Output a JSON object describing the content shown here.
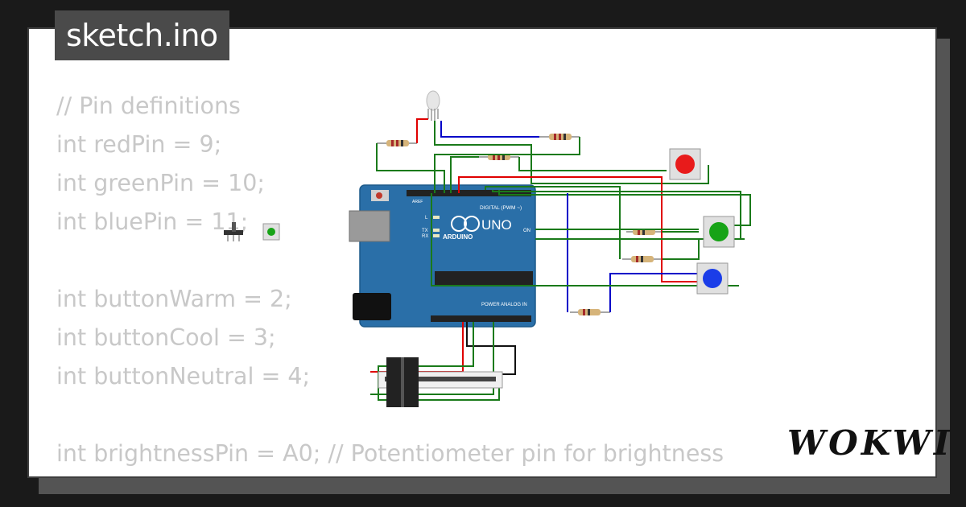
{
  "file_tab": {
    "title": "sketch.ino"
  },
  "code_lines": [
    "// Pin definitions",
    "int redPin = 9;",
    "int greenPin = 10;",
    "int bluePin = 11;",
    "",
    "int buttonWarm = 2;",
    "int buttonCool = 3;",
    "int buttonNeutral = 4;",
    "",
    "int brightnessPin = A0; // Potentiometer pin for brightness"
  ],
  "board": {
    "brand_label": "UNO",
    "maker_label": "ARDUINO",
    "digital_label": "DIGITAL (PWM ~)",
    "power_label": "POWER",
    "analog_label": "ANALOG IN",
    "on_label": "ON",
    "l_label": "L",
    "tx_label": "TX",
    "rx_label": "RX",
    "aref_label": "AREF"
  },
  "buttons": [
    {
      "color": "#e81b1b"
    },
    {
      "color": "#17a317"
    },
    {
      "color": "#1b3de8"
    }
  ],
  "small_button_color": "#17a317",
  "wire_colors": {
    "green": "#1a7a1a",
    "red": "#e00000",
    "blue": "#0000c8",
    "black": "#111111"
  },
  "brand_logo": "WOKWI"
}
